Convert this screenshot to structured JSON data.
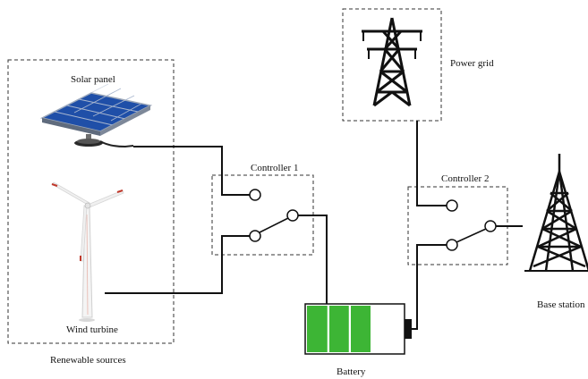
{
  "labels": {
    "solar_panel": "Solar panel",
    "wind_turbine": "Wind turbine",
    "renewable_sources": "Renewable sources",
    "controller_1": "Controller 1",
    "controller_2": "Controller 2",
    "power_grid": "Power grid",
    "battery": "Battery",
    "base_station": "Base station"
  },
  "battery": {
    "charge_fraction": 0.75,
    "cells_filled": 3,
    "cells_total": 4
  },
  "colors": {
    "wire": "#111111",
    "dash": "#333333",
    "battery_fill": "#3db535",
    "panel_blue": "#1f4fa8",
    "turbine_accent": "#c0392b",
    "tower": "#111111"
  },
  "icons": [
    "solar-panel-icon",
    "wind-turbine-icon",
    "power-pylon-icon",
    "cell-tower-icon",
    "battery-icon",
    "switch-contact-icon"
  ]
}
